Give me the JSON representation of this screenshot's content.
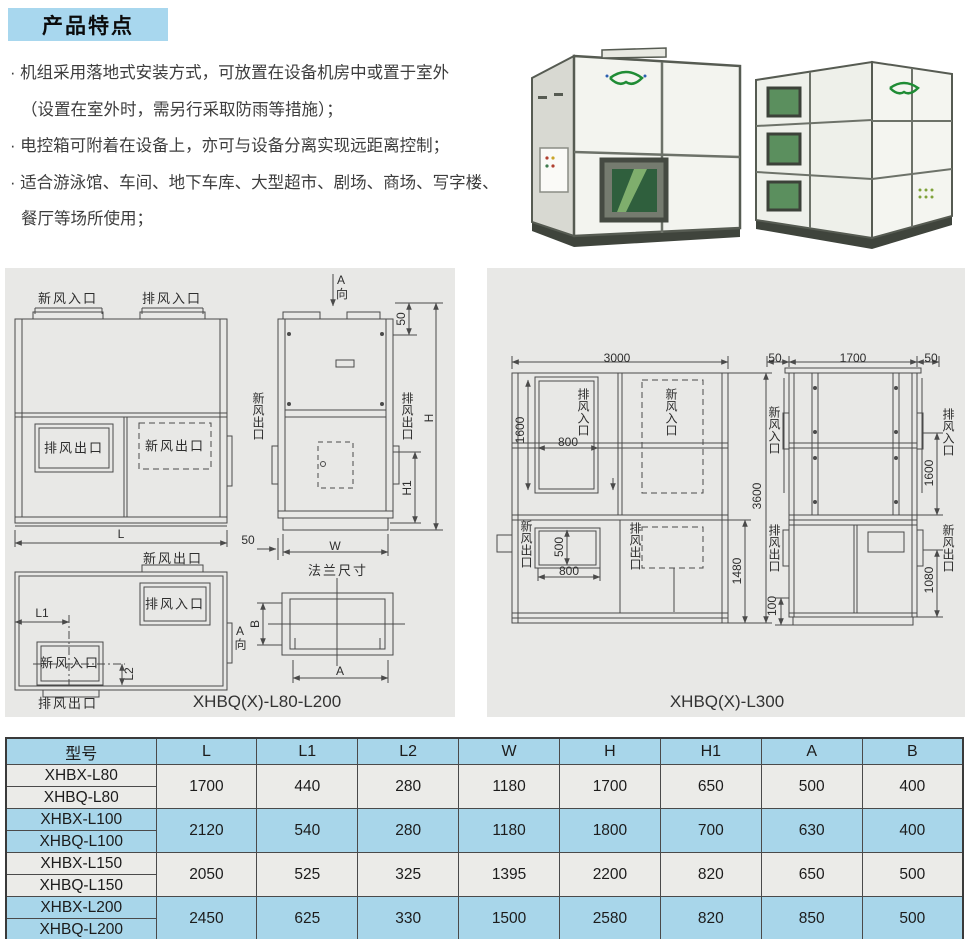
{
  "colors": {
    "accent_blue": "#a8d7ee",
    "table_blue": "#a8d6ea",
    "row_gray": "#ebebe8",
    "panel_gray": "#e8e8e6",
    "line_color": "#4a4a4a"
  },
  "header": {
    "title": "产品特点"
  },
  "features": [
    "· 机组采用落地式安装方式，可放置在设备机房中或置于室外",
    "（设置在室外时，需另行采取防雨等措施）；",
    "· 电控箱可附着在设备上，亦可与设备分离实现远距离控制；",
    "· 适合游泳馆、车间、地下车库、大型超市、剧场、商场、写字楼、",
    "餐厅等场所使用；"
  ],
  "diagrams": {
    "left": {
      "caption": "XHBQ(X)-L80-L200",
      "front": {
        "fresh_in": "新风入口",
        "exh_in": "排风入口",
        "exh_out": "排风出口",
        "fresh_out": "新风出口",
        "L": "L"
      },
      "mid50": "50",
      "side": {
        "A": "A",
        "dir": "向",
        "d50": "50",
        "H": "H",
        "H1": "H1",
        "fresh_out": "新风出口",
        "exh_out": "排风出口",
        "W": "W"
      },
      "top": {
        "fresh_out": "新风出口",
        "exh_in": "排风入口",
        "fresh_in": "新风入口",
        "exh_out": "排风出口",
        "L1": "L1",
        "L2": "L2",
        "Adir": "A向"
      },
      "flange": {
        "title": "法兰尺寸",
        "A": "A",
        "B": "B"
      }
    },
    "right": {
      "caption": "XHBQ(X)-L300",
      "front": {
        "d3000": "3000",
        "d3600": "3600",
        "d1480": "1480",
        "d1600": "1600",
        "d800a": "800",
        "d500": "500",
        "d800b": "800",
        "exh_in": "排风入口",
        "fresh_in": "新风入口",
        "fresh_out": "新风出口",
        "exh_out": "排风出口"
      },
      "side": {
        "d50l": "50",
        "d1700": "1700",
        "d50r": "50",
        "fresh_in": "新风入口",
        "exh_out": "排风出口",
        "d100": "100",
        "exh_in": "排风入口",
        "d1600": "1600",
        "fresh_out": "新风出口",
        "d1080": "1080"
      }
    }
  },
  "table": {
    "headers": [
      "型号",
      "L",
      "L1",
      "L2",
      "W",
      "H",
      "H1",
      "A",
      "B"
    ],
    "groups": [
      {
        "models": [
          "XHBX-L80",
          "XHBQ-L80"
        ],
        "values": [
          "1700",
          "440",
          "280",
          "1180",
          "1700",
          "650",
          "500",
          "400"
        ]
      },
      {
        "models": [
          "XHBX-L100",
          "XHBQ-L100"
        ],
        "values": [
          "2120",
          "540",
          "280",
          "1180",
          "1800",
          "700",
          "630",
          "400"
        ]
      },
      {
        "models": [
          "XHBX-L150",
          "XHBQ-L150"
        ],
        "values": [
          "2050",
          "525",
          "325",
          "1395",
          "2200",
          "820",
          "650",
          "500"
        ]
      },
      {
        "models": [
          "XHBX-L200",
          "XHBQ-L200"
        ],
        "values": [
          "2450",
          "625",
          "330",
          "1500",
          "2580",
          "820",
          "850",
          "500"
        ]
      }
    ]
  }
}
